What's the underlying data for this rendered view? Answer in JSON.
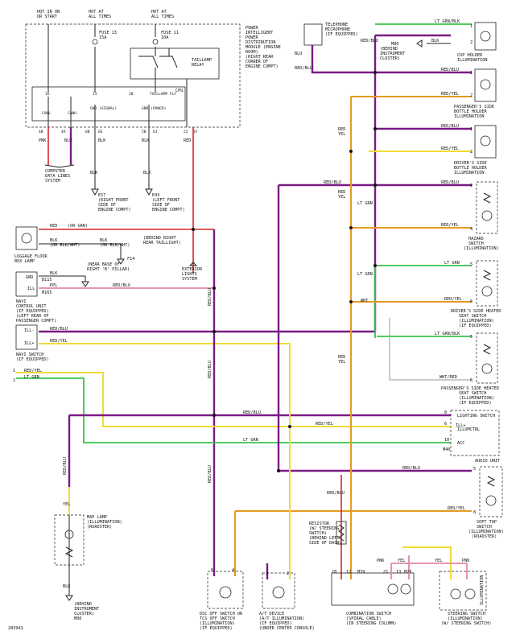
{
  "diagram_code": "283943",
  "power": {
    "src1": [
      "HOT IN ON",
      "OR START"
    ],
    "src2": [
      "HOT AT",
      "ALL TIMES"
    ],
    "src3": [
      "HOT AT",
      "ALL TIMES"
    ],
    "fuse1": [
      "FUSE 13",
      "15A"
    ],
    "fuse2": [
      "FUSE 11",
      "10A"
    ],
    "module": [
      "POWER",
      "INTELLIGENT",
      "POWER",
      "DISTRIBUTION",
      "MODULE (ENGINE",
      "ROOM)",
      "(RIGHT REAR",
      "CORNER OF",
      "ENGINE COMPT)"
    ],
    "taillamp": [
      "TAILLAMP",
      "RELAY"
    ],
    "cpu": "CPU",
    "pins_top": [
      "1G",
      "1I",
      "1B",
      "TAILLAMP FLY"
    ],
    "pins_bottom": [
      "CANL",
      "CANH",
      "GND (SIGNAL)",
      "GND (POWER)"
    ],
    "conn_nums": [
      "4B",
      "4A",
      "6B",
      "6E",
      "5B",
      "6J",
      "22",
      "1F"
    ]
  },
  "wire_labels": {
    "pnk": "PNK",
    "blu": "BLU",
    "blk": "BLK",
    "red": "RED",
    "redblu": "RED/BLU",
    "redyel": "RED/YEL",
    "ltgrnblk": "LT GRN/BLK",
    "ltgrn": "LT GRN",
    "whtred": "WHT/RED",
    "wht": "WHT",
    "ppl": "PPL",
    "yel": "YEL",
    "orgrn": "(OR GRN)",
    "orblkwht": "(OR BLK/WHT)",
    "orblkwht2": "(OR BLK/WHT)",
    "pnk2": "PNK",
    "yel2": "YEL",
    "pnk3": "PNK",
    "red2": "RED",
    "yel3": "YEL",
    "blu2": "BLU",
    "blk2": "BLK"
  },
  "left_labels": {
    "computer": [
      "COMPUTER",
      "DATA LINES",
      "SYSTEM"
    ],
    "e17": [
      "E17",
      "(RIGHT FRONT",
      "SIDE OF",
      "ENGINE COMPT)"
    ],
    "e43": [
      "E43",
      "(LEFT FRONT",
      "SIDE OF",
      "ENGINE COMPT)"
    ],
    "luggage": [
      "LUGGAGE FLOOR",
      "BOX LAMP"
    ],
    "behind_rear": [
      "(BEHIND RIGHT",
      "REAR TAILLIGHT)"
    ],
    "f14": "F14",
    "near_base": [
      "(NEAR BASE OF",
      "RIGHT 'B' PILLAR)"
    ],
    "b115": "B115",
    "navi_unit": [
      "NAVI",
      "CONTROL UNIT",
      "(IF EQUIPPED)",
      "(LEFT REAR OF",
      "PASSENGER COMPT)"
    ],
    "m165": "M165",
    "exterior": [
      "EXTERIOR",
      "LIGHTS",
      "SYSTEM"
    ],
    "navi_switch": [
      "NAVI SWITCH",
      "(IF EQUIPPED)"
    ],
    "map_lamp": [
      "MAP LAMP",
      "(ILLUMINATION)",
      "(ROADSTER)"
    ],
    "behind_cluster": [
      "(BEHIND",
      "INSTRUMENT",
      "CLUSTER)"
    ],
    "m80": "M80",
    "gnd": "GND",
    "ill": "ILL",
    "ill_neg": "ILL-",
    "ill_pos": "ILL+"
  },
  "top_labels": {
    "telephone": [
      "TELEPHONE",
      "MICROPHONE",
      "(IF EQUIPPED)"
    ],
    "m80_behind": [
      "M80",
      "(BEHIND",
      "INSTRUMENT",
      "CLUSTER)"
    ]
  },
  "right_labels": {
    "cup_holder": [
      "CUP HOLDER",
      "ILLUMINATION"
    ],
    "pass_bottle": [
      "PASSENGER'S SIDE",
      "BOTTLE HOLDER",
      "ILLUMINATION"
    ],
    "driver_bottle": [
      "DRIVER'S SIDE",
      "BOTTLE HOLDER",
      "ILLUMINATION"
    ],
    "hazard": [
      "HAZARD",
      "SWITCH",
      "(ILLUMINATION)"
    ],
    "driver_seat": [
      "DRIVER'S SIDE HEATED",
      "SEAT SWITCH",
      "(ILLUMINATION)",
      "(IF EQUIPPED)"
    ],
    "pass_seat": [
      "PASSENGER'S SIDE HEATED",
      "SEAT SWITCH",
      "(ILLUMINATION)",
      "(IF EQUIPPED)"
    ],
    "lighting": "LIGHTING SWITCH",
    "illumctrl": "ILLUMCTRL",
    "ill_plus": "ILL+",
    "acc": "ACC",
    "m40": "M40",
    "audio": "AUDIO UNIT",
    "soft_top": [
      "SOFT TOP",
      "SWITCH",
      "(ILLUMINATION)",
      "(ROADSTER)"
    ]
  },
  "bottom_labels": {
    "resistor": [
      "RESISTOR",
      "(W/ STEERING",
      "SWITCH)",
      "(BEHIND LEFT",
      "SIDE OF DASH)"
    ],
    "dsc": [
      "DSC OFF SWITCH OR",
      "TCS OFF SWITCH",
      "(ILLUMINATION)",
      "(IF EQUIPPED)"
    ],
    "at": [
      "A/T DEVICE",
      "(A/T ILLUMINATION)",
      "(IF EQUIPPED)",
      "(UNDER CENTER CONSOLE)"
    ],
    "combination": [
      "COMBINATION SWITCH",
      "(SPIRAL CABLE)",
      "(IN STEERING COLUMN)"
    ],
    "steering": [
      "STEERING SWITCH",
      "(ILLUMINATION)",
      "(W/ STEERING SWITCH)"
    ],
    "illumination_vert": "ILLUMINATION",
    "m39": "M39",
    "m29": "M29"
  },
  "pin_numbers": {
    "p1": "1",
    "p2": "2",
    "p3": "3",
    "p4": "4",
    "p5": "5",
    "p6": "6",
    "p8": "8",
    "p9": "9",
    "p10": "10",
    "p13": "13",
    "p21": "21",
    "p28": "28",
    "p16": "16",
    "p17": "17",
    "p12": "12"
  }
}
